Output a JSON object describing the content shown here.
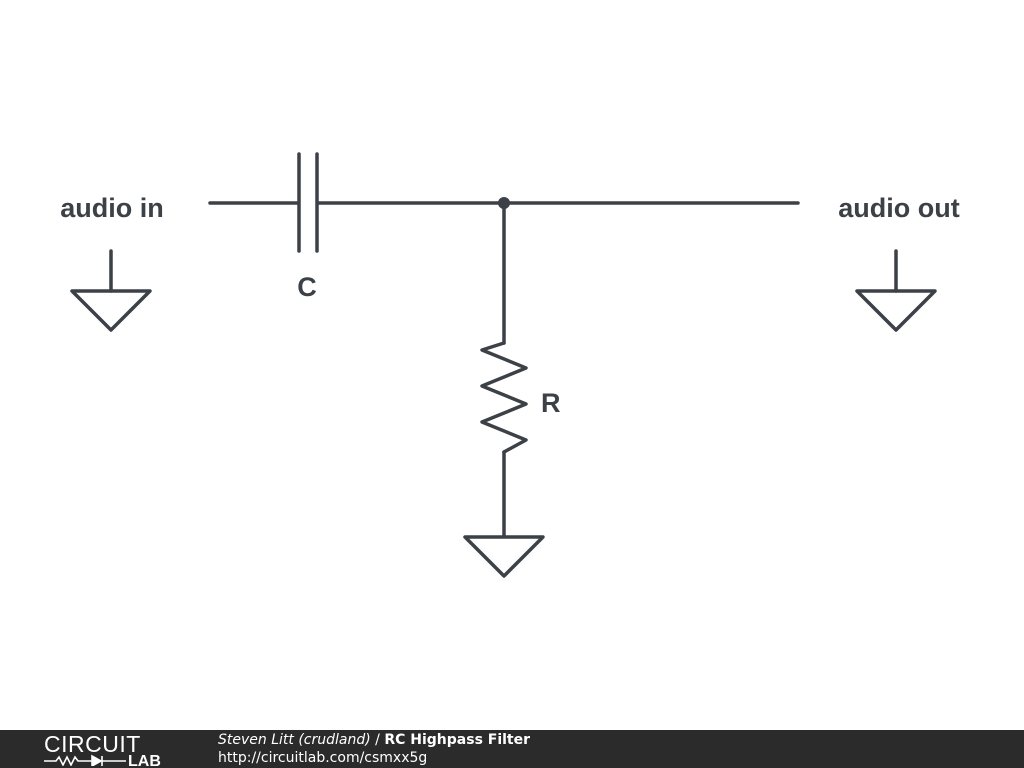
{
  "schematic": {
    "input_label": "audio in",
    "output_label": "audio out",
    "capacitor_label": "C",
    "resistor_label": "R"
  },
  "footer": {
    "logo_top": "CIRCUIT",
    "logo_bottom": "LAB",
    "author": "Steven Litt (crudland)",
    "separator": "/",
    "title": "RC Highpass Filter",
    "url": "http://circuitlab.com/csmxx5g"
  },
  "colors": {
    "wire": "#3b4147",
    "footer_bg": "#2b2b2b",
    "footer_text": "#ffffff"
  }
}
